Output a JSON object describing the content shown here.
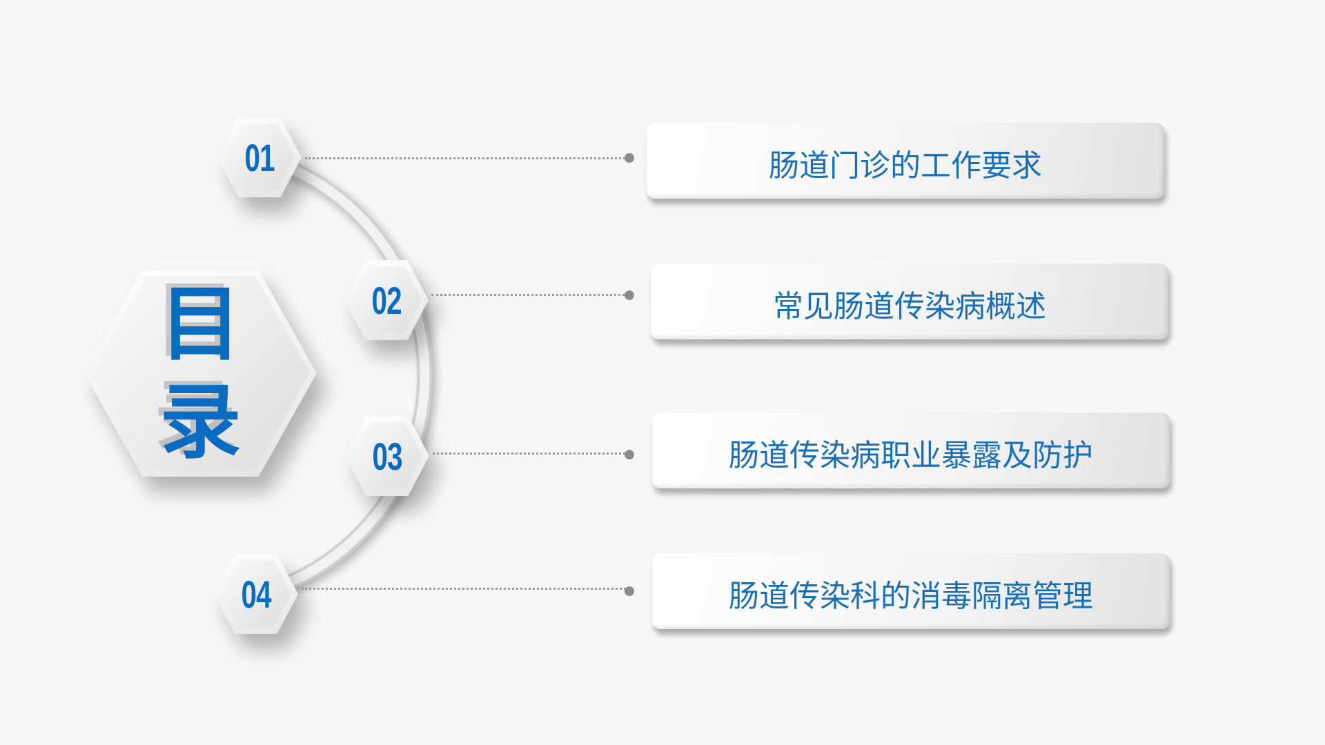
{
  "title": {
    "char1": "目",
    "char2": "录"
  },
  "items": [
    {
      "number": "01",
      "label": "肠道门诊的工作要求"
    },
    {
      "number": "02",
      "label": "常见肠道传染病概述"
    },
    {
      "number": "03",
      "label": "肠道传染病职业暴露及防护"
    },
    {
      "number": "04",
      "label": "肠道传染科的消毒隔离管理"
    }
  ],
  "colors": {
    "accent": "#0a6cc0",
    "text": "#1b6fb5",
    "background": "#f7f7f7"
  }
}
